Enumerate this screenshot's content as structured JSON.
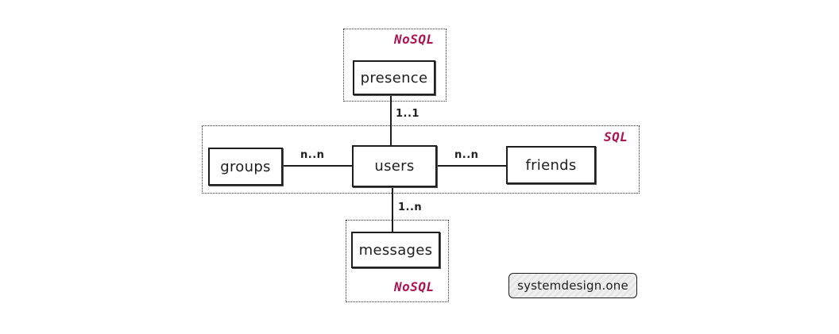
{
  "zones": {
    "presence": "NoSQL",
    "users": "SQL",
    "messages": "NoSQL"
  },
  "entities": {
    "presence": "presence",
    "groups": "groups",
    "users": "users",
    "friends": "friends",
    "messages": "messages"
  },
  "relations": {
    "users_presence": "1..1",
    "users_groups": "n..n",
    "users_friends": "n..n",
    "users_messages": "1..n"
  },
  "watermark": "systemdesign.one",
  "colors": {
    "zone_label": "#b0144f",
    "stroke": "#1e1e1e"
  }
}
